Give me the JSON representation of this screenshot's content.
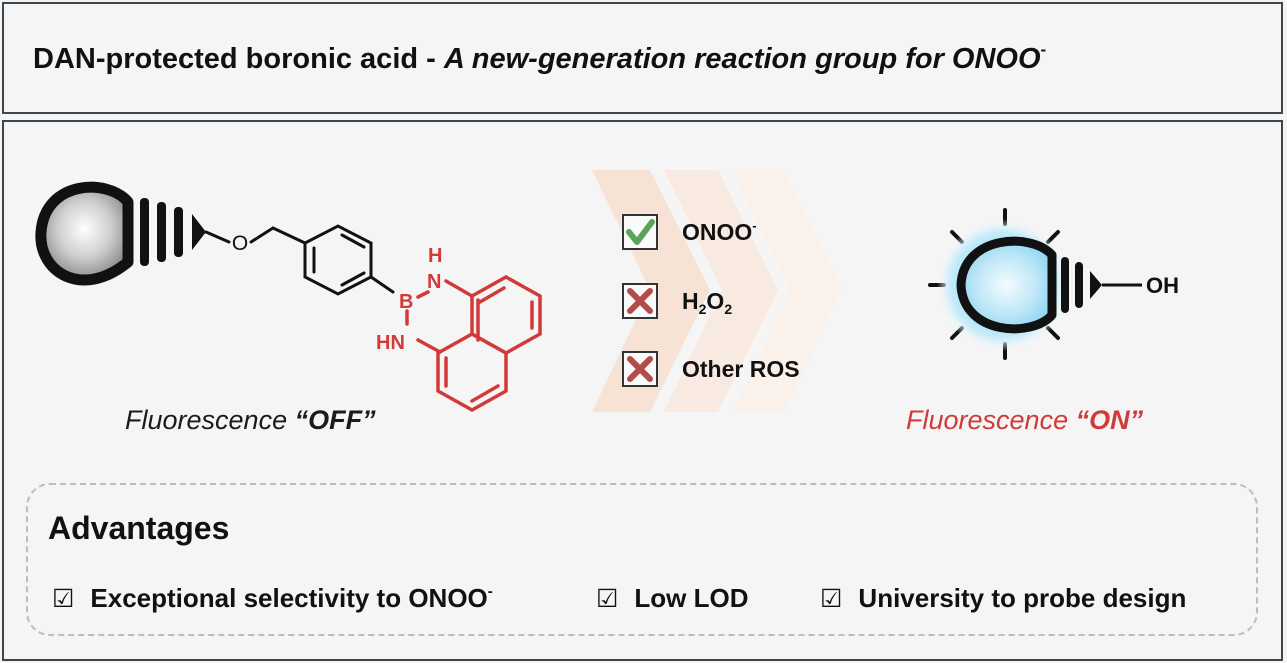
{
  "header": {
    "title_plain": "DAN-protected boronic acid - ",
    "title_italic": "A new-generation reaction group for ONOO",
    "title_sup": "-"
  },
  "probe_off": {
    "oxygen_label": "O",
    "boron_label": "B",
    "nh_top": "H",
    "nh_top_n": "N",
    "nh_bottom": "HN",
    "caption_italic": "Fluorescence ",
    "caption_bold": "“OFF”"
  },
  "probe_on": {
    "oh_label": "OH",
    "caption_italic": "Fluorescence ",
    "caption_bold": "“ON”"
  },
  "selectivity": [
    {
      "status": "check",
      "label": "ONOO",
      "sup": "-"
    },
    {
      "status": "cross",
      "label_parts": [
        "H",
        "2",
        "O",
        "2"
      ]
    },
    {
      "status": "cross",
      "label": "Other ROS"
    }
  ],
  "advantages": {
    "title": "Advantages",
    "items": [
      {
        "check": "☑",
        "text": "Exceptional selectivity to ONOO",
        "sup": "-"
      },
      {
        "check": "☑",
        "text": "Low LOD"
      },
      {
        "check": "☑",
        "text": "University to probe design"
      }
    ]
  },
  "colors": {
    "accent_red": "#d23a3a",
    "check_green": "#5aa35a",
    "cross_red": "#b44b4b",
    "glow_blue": "#9fe0f8",
    "frame": "#3a4750",
    "arrow_peach": "#f6e2d3"
  }
}
